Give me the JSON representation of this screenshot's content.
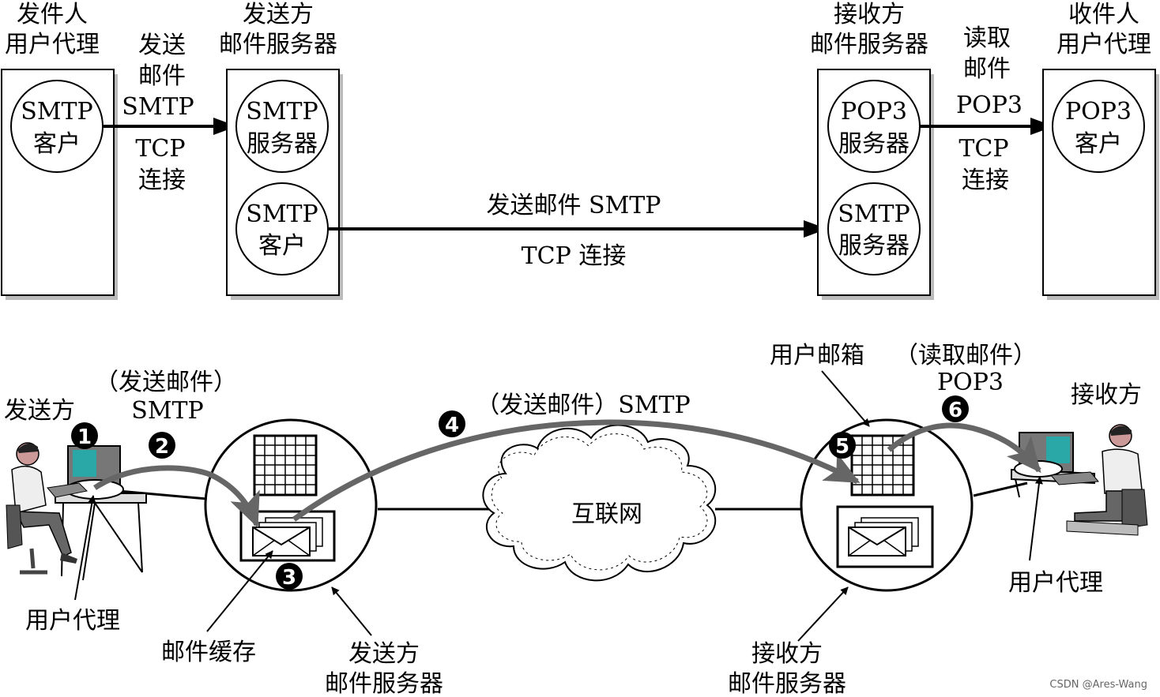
{
  "top_diagram": {
    "sender_agent": {
      "title_line1": "发件人",
      "title_line2": "用户代理",
      "circle_line1": "SMTP",
      "circle_line2": "客户"
    },
    "link1": {
      "line1": "发送",
      "line2": "邮件",
      "line3": "SMTP",
      "line4": "TCP",
      "line5": "连接"
    },
    "sender_server": {
      "title_line1": "发送方",
      "title_line2": "邮件服务器",
      "circle1_line1": "SMTP",
      "circle1_line2": "服务器",
      "circle2_line1": "SMTP",
      "circle2_line2": "客户"
    },
    "link2": {
      "upper": "发送邮件 SMTP",
      "lower": "TCP 连接"
    },
    "receiver_server": {
      "title_line1": "接收方",
      "title_line2": "邮件服务器",
      "circle1_line1": "POP3",
      "circle1_line2": "服务器",
      "circle2_line1": "SMTP",
      "circle2_line2": "服务器"
    },
    "link3": {
      "line1": "读取",
      "line2": "邮件",
      "line3": "POP3",
      "line4": "TCP",
      "line5": "连接"
    },
    "receiver_agent": {
      "title_line1": "收件人",
      "title_line2": "用户代理",
      "circle_line1": "POP3",
      "circle_line2": "客户"
    }
  },
  "bottom_diagram": {
    "sender_label": "发送方",
    "send_mail_label": "（发送邮件）",
    "send_mail_protocol": "SMTP",
    "internet_send_label": "（发送邮件）SMTP",
    "mailbox_label": "用户邮箱",
    "read_mail_label": "（读取邮件）",
    "read_mail_protocol": "POP3",
    "receiver_label": "接收方",
    "internet_label": "互联网",
    "left_agent_label": "用户代理",
    "right_agent_label": "用户代理",
    "mail_cache_label": "邮件缓存",
    "sender_server_line1": "发送方",
    "sender_server_line2": "邮件服务器",
    "receiver_server_line1": "接收方",
    "receiver_server_line2": "邮件服务器",
    "steps": [
      "1",
      "2",
      "3",
      "4",
      "5",
      "6"
    ]
  },
  "watermark": "CSDN @Ares-Wang"
}
